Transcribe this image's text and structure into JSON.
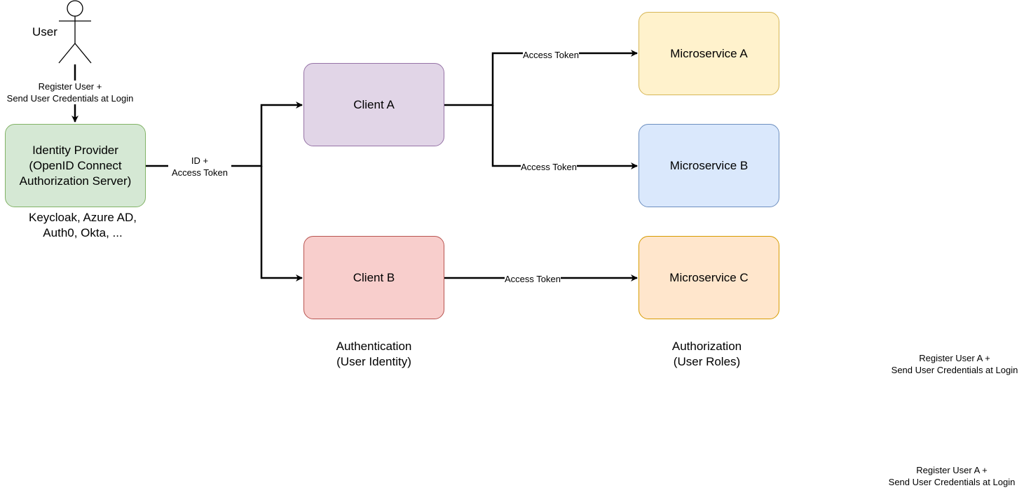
{
  "actor": {
    "label": "User"
  },
  "nodes": {
    "idp": {
      "lines": [
        "Identity Provider",
        "(OpenID Connect",
        "Authorization Server)"
      ],
      "fill": "#d5e8d4",
      "stroke": "#82b366"
    },
    "client_a": {
      "label": "Client A",
      "fill": "#e1d5e7",
      "stroke": "#9673a6"
    },
    "client_b": {
      "label": "Client B",
      "fill": "#f8cecc",
      "stroke": "#b85450"
    },
    "ms_a": {
      "label": "Microservice A",
      "fill": "#fff2cc",
      "stroke": "#d6b656"
    },
    "ms_b": {
      "label": "Microservice B",
      "fill": "#dae8fc",
      "stroke": "#6c8ebf"
    },
    "ms_c": {
      "label": "Microservice C",
      "fill": "#ffe6cc",
      "stroke": "#d79b00"
    }
  },
  "edges": {
    "user_to_idp": [
      "Register User +",
      "Send User Credentials at Login"
    ],
    "idp_to_clients": [
      "ID +",
      "Access Token"
    ],
    "a_to_msa": "Access Token",
    "a_to_msb": "Access Token",
    "b_to_msc": "Access Token"
  },
  "captions": {
    "providers": [
      "Keycloak, Azure AD,",
      "Auth0, Okta, ..."
    ],
    "authentication": [
      "Authentication",
      "(User Identity)"
    ],
    "authorization": [
      "Authorization",
      "(User Roles)"
    ]
  },
  "stray_labels": [
    [
      "Register User A +",
      "Send User Credentials at Login"
    ],
    [
      "Register User A +",
      "Send User Credentials at Login"
    ]
  ]
}
